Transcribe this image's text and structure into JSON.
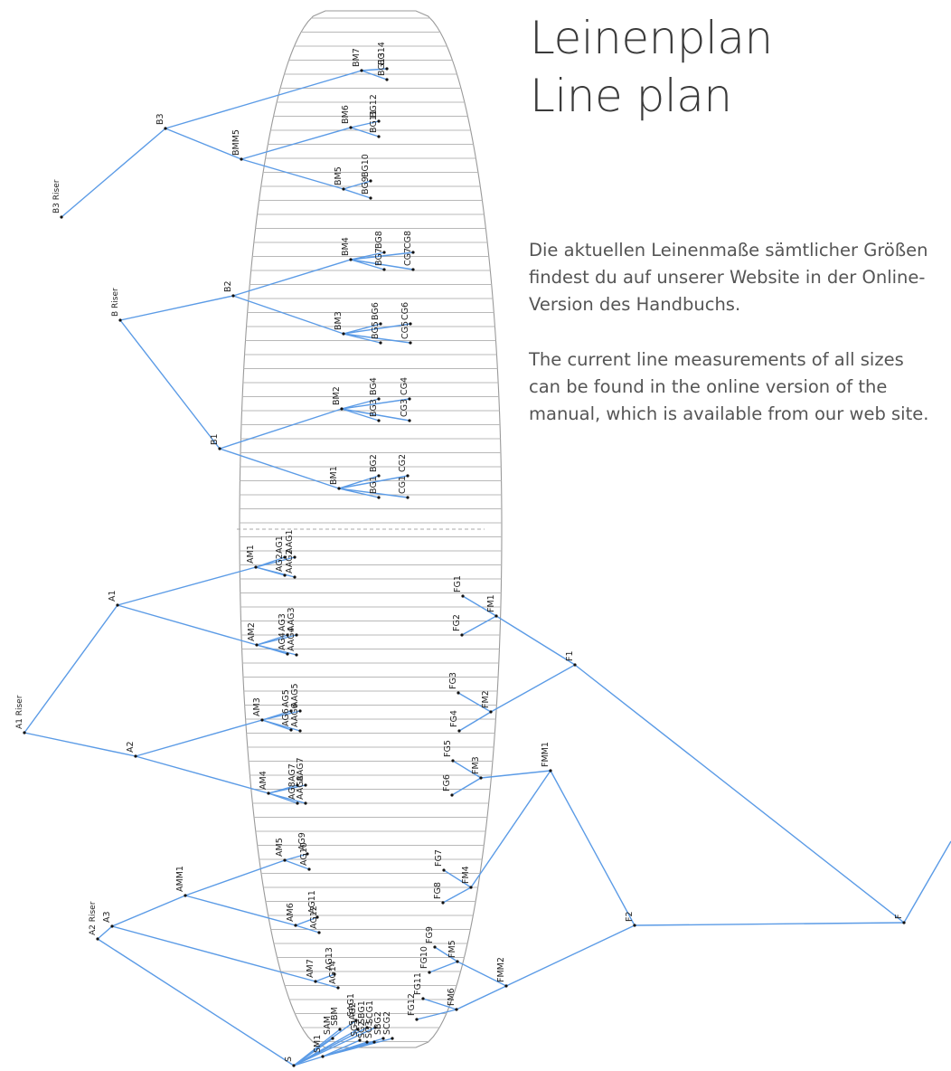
{
  "title": {
    "line1": "Leinenplan",
    "line2": "Line plan"
  },
  "notes": {
    "german": "Die aktuellen Leinenmaße sämtlicher Größen findest du auf unserer Website in der Online-Version des Handbuchs.",
    "english": "The current line measurements of all sizes can be found in the online version of the manual, which is available from our web site."
  },
  "colors": {
    "line": "#5b9be6",
    "wing_outline": "#9a9a9a",
    "text": "#3a3a3a"
  },
  "line_labels": {
    "risers": [
      "B3 Riser",
      "B Riser",
      "A1 Riser",
      "A2 Riser"
    ],
    "b_lines": [
      "B3",
      "B2",
      "B1",
      "BM7",
      "BMM5",
      "BM6",
      "BM5",
      "BM4",
      "BM3",
      "BM2",
      "BM1",
      "BG14",
      "BG13",
      "BG12",
      "BG11",
      "BG10",
      "BG9",
      "BG8",
      "BG7",
      "BG6",
      "BG5",
      "BG4",
      "BG3",
      "BG2",
      "BG1",
      "CG8",
      "CG7",
      "CG6",
      "CG5",
      "CG4",
      "CG3",
      "CG2",
      "CG1"
    ],
    "a_lines": [
      "A1",
      "A2",
      "A3",
      "AMM1",
      "AM1",
      "AM2",
      "AM3",
      "AM4",
      "AM5",
      "AM6",
      "AM7",
      "AG1",
      "AG2",
      "AG3",
      "AG4",
      "AG5",
      "AG6",
      "AG7",
      "AG8",
      "AG9",
      "AG10",
      "AG11",
      "AG12",
      "AG13",
      "AG14",
      "AAG1",
      "AAG2",
      "AAG3",
      "AAG4",
      "AAG5",
      "AAG6",
      "AAG7",
      "AAG8"
    ],
    "f_lines": [
      "F",
      "F1",
      "F2",
      "FMM1",
      "FMM2",
      "FM1",
      "FM2",
      "FM3",
      "FM4",
      "FM5",
      "FM6",
      "FG1",
      "FG2",
      "FG3",
      "FG4",
      "FG5",
      "FG6",
      "FG7",
      "FG8",
      "FG9",
      "FG10",
      "FG11",
      "FG12"
    ],
    "s_lines": [
      "S",
      "SM1",
      "SAM",
      "SBM",
      "SAG1",
      "SAG2",
      "SBG1",
      "SCG1",
      "SG1",
      "SG2",
      "SG3",
      "SBG2",
      "SCG2"
    ]
  },
  "footer_text": ""
}
